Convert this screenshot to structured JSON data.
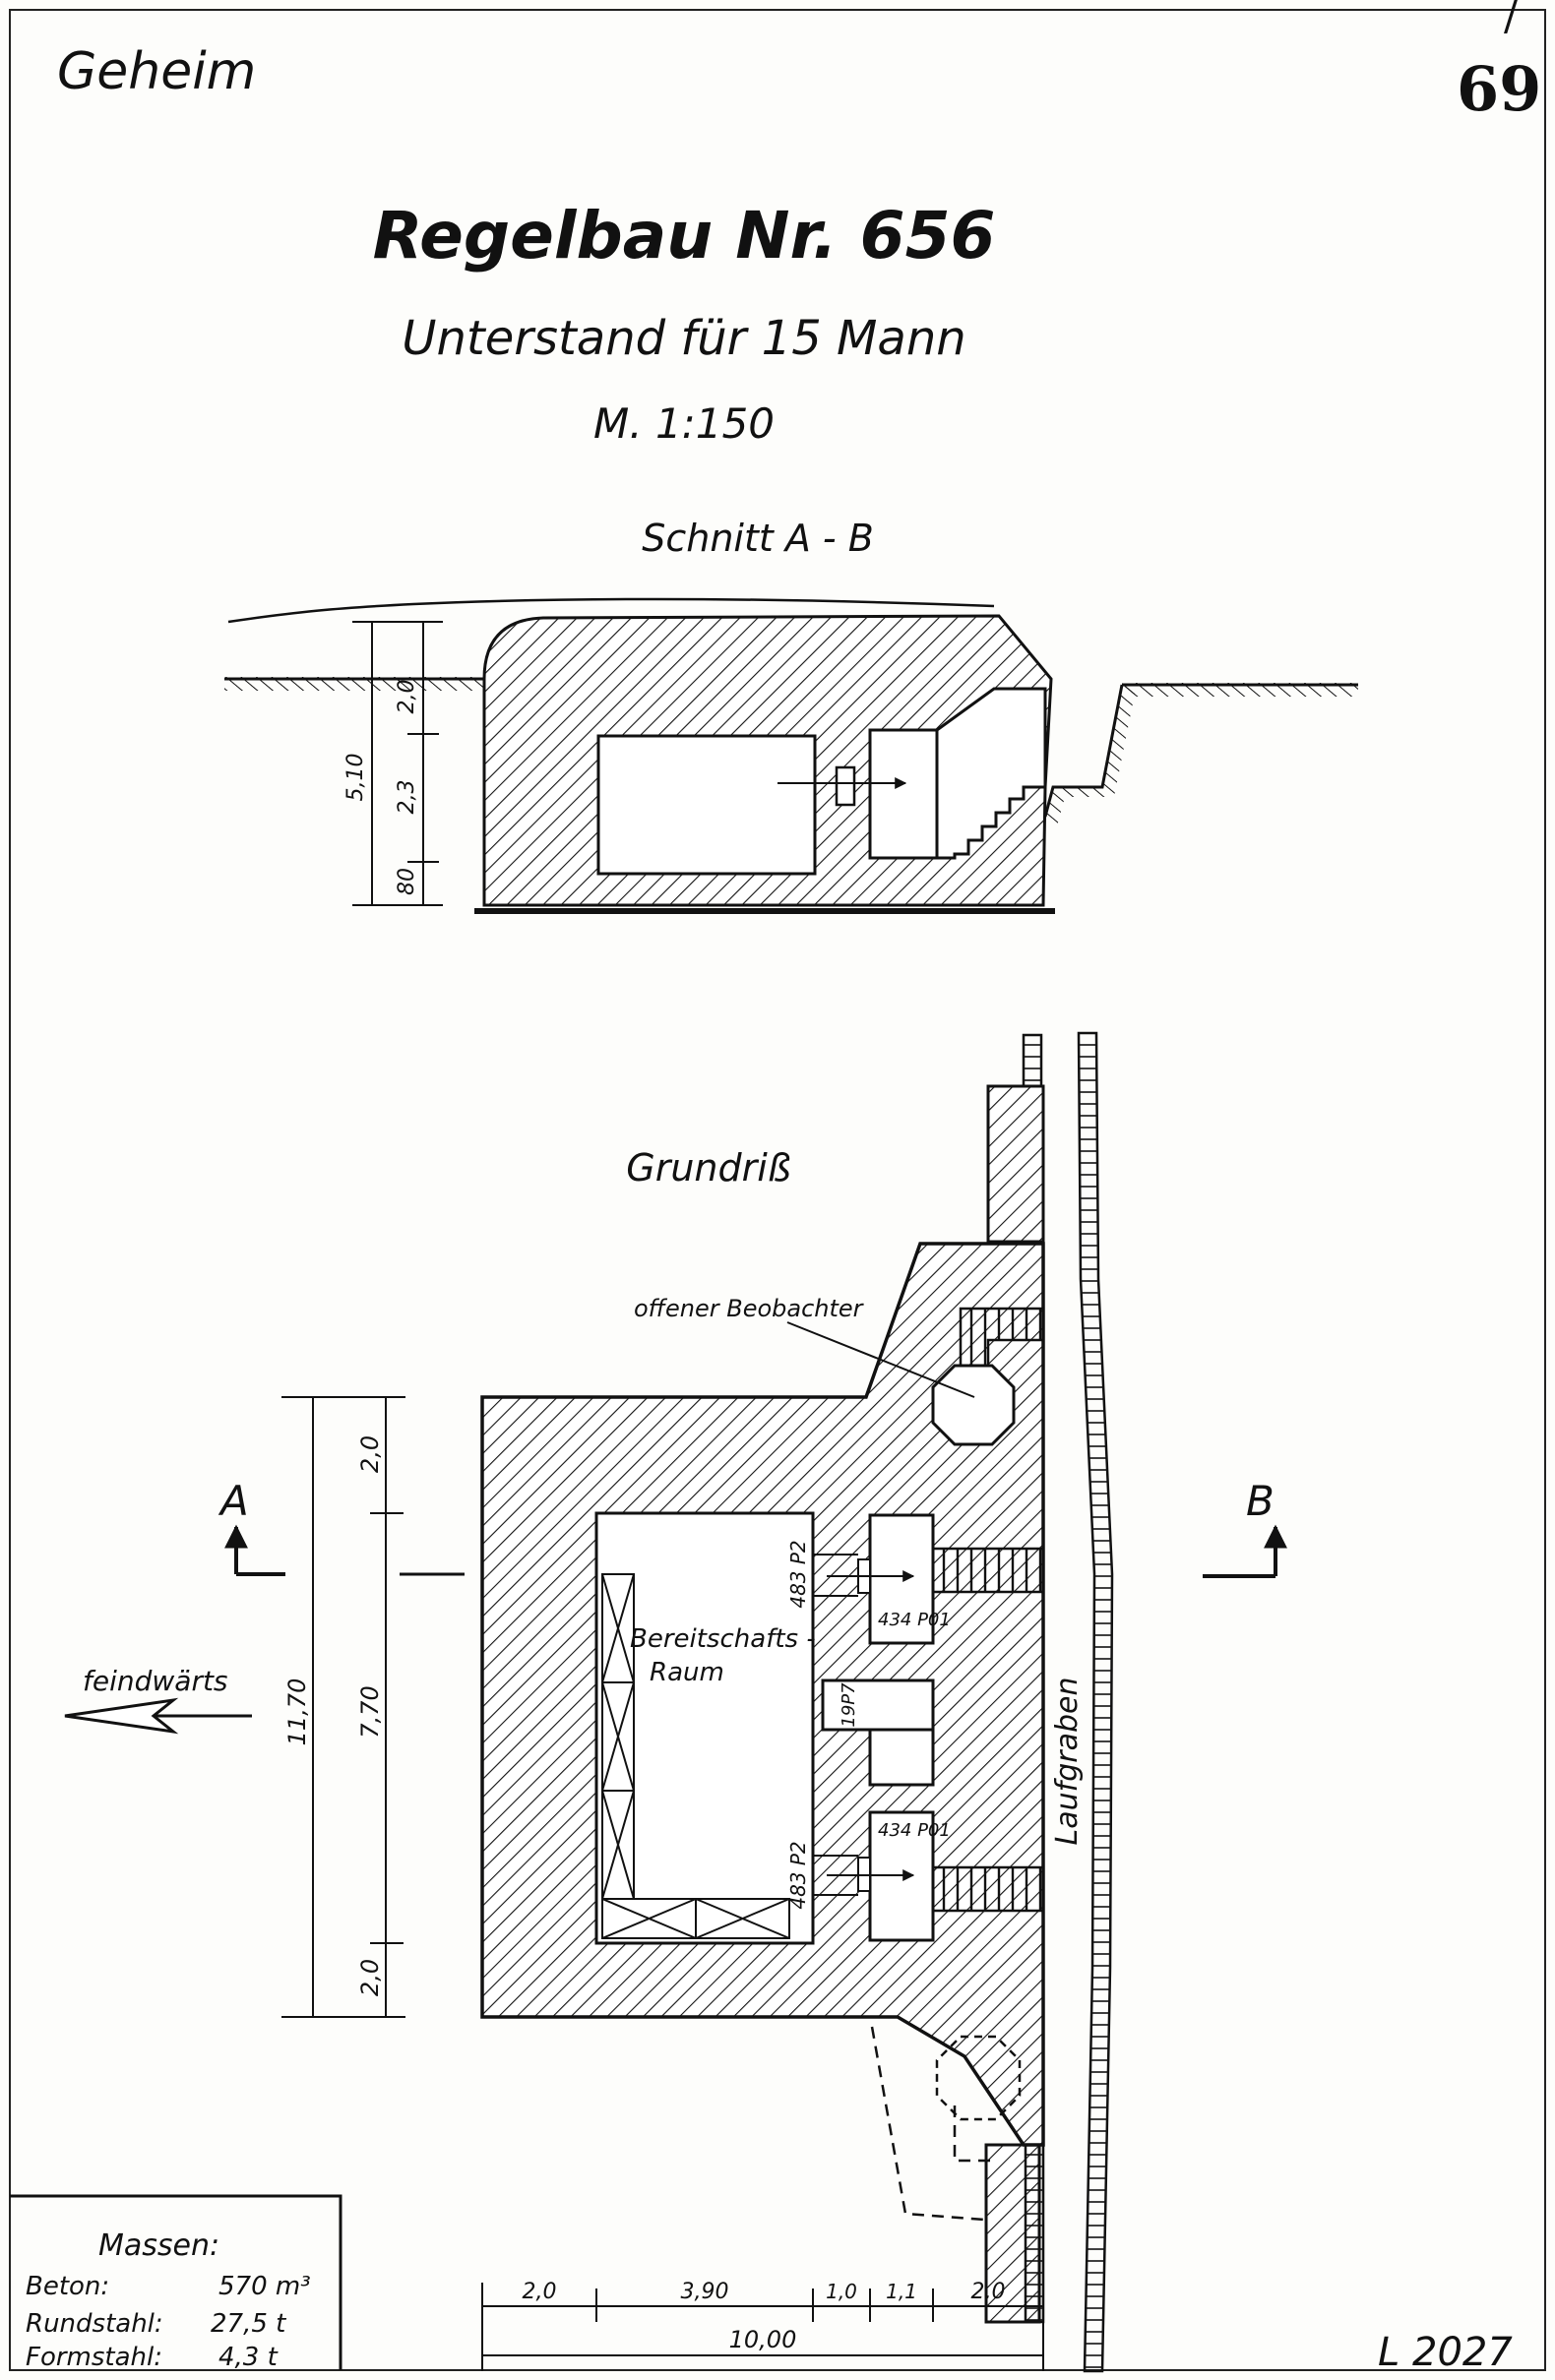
{
  "header": {
    "classification": "Geheim",
    "page_number": "69",
    "corner_mark": "/"
  },
  "title_block": {
    "title": "Regelbau Nr. 656",
    "subtitle": "Unterstand für 15 Mann",
    "scale": "M. 1:150"
  },
  "section_view": {
    "label": "Schnitt A - B",
    "dimensions": {
      "total_height": "5,10",
      "roof": "2,0",
      "room": "2,3",
      "floor": "80"
    }
  },
  "plan_view": {
    "label": "Grundriß",
    "callout_observer": "offener Beobachter",
    "room_label_line1": "Bereitschafts -",
    "room_label_line2": "Raum",
    "door_upper_code": "434 P01",
    "door_lower_code": "434 P01",
    "gas_lock_upper": "483 P2",
    "gas_lock_lower": "483 P2",
    "vent_code": "19P7",
    "trench_label": "Laufgraben",
    "enemy_direction": "feindwärts",
    "section_marker_a": "A",
    "section_marker_b": "B",
    "vertical_dimensions": {
      "overall": "11,70",
      "top": "2,0",
      "middle": "7,70",
      "bottom": "2,0"
    },
    "horizontal_dimensions": {
      "segments": [
        "2,0",
        "3,90",
        "1,0",
        "1,1",
        "2,0"
      ],
      "overall": "10,00"
    }
  },
  "quantities": {
    "heading": "Massen:",
    "rows": [
      {
        "label": "Beton:",
        "value": "570 m³"
      },
      {
        "label": "Rundstahl:",
        "value": "27,5 t"
      },
      {
        "label": "Formstahl:",
        "value": "4,3 t"
      }
    ]
  },
  "drawing_number": "L 2027",
  "colors": {
    "ink": "#111111",
    "paper": "#fdfdfb"
  }
}
